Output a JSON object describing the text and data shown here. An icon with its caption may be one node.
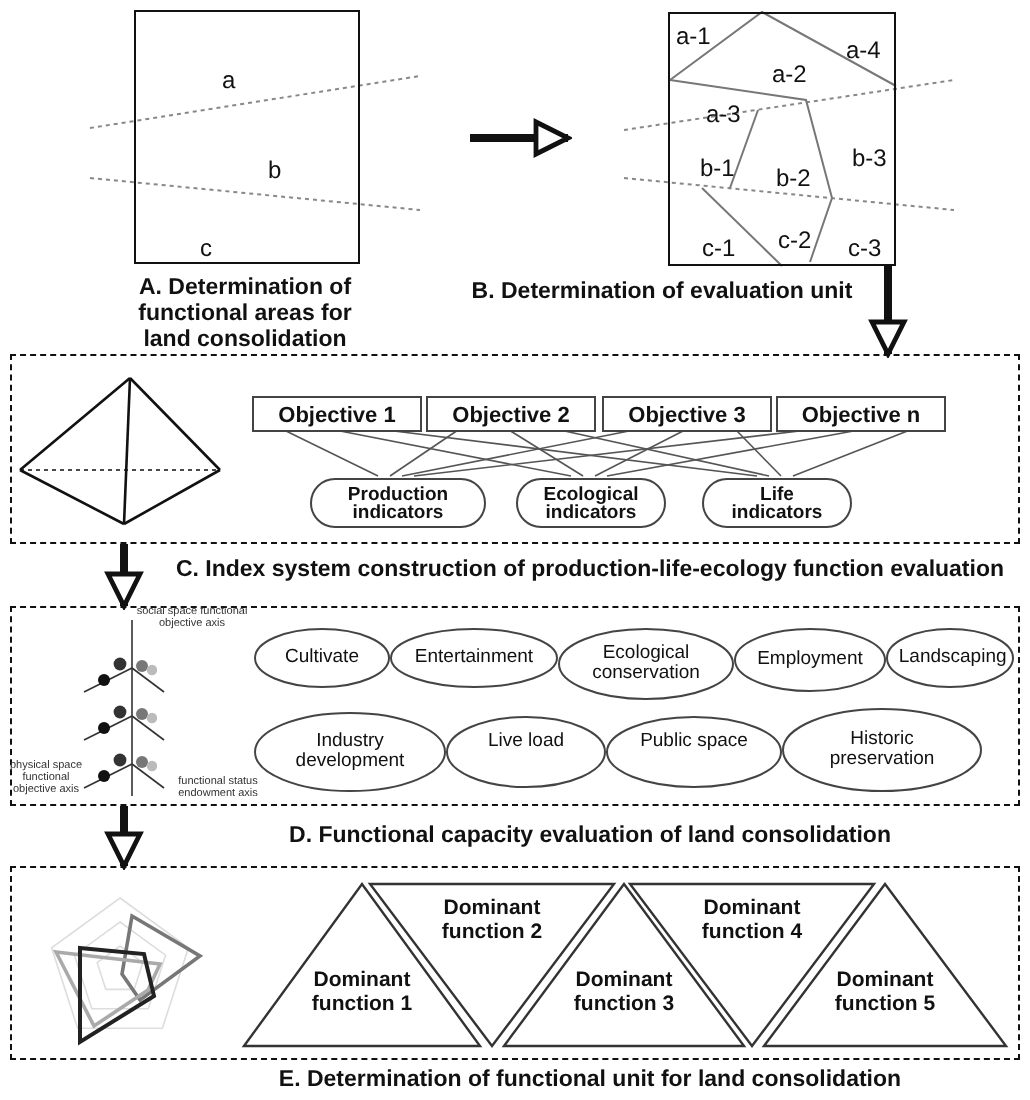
{
  "diagram": {
    "nodes": [
      {
        "text": [
          "a",
          "b",
          "c"
        ],
        "beside": [
          "A. Determination of functional areas for land consolidation"
        ]
      },
      {
        "text": [
          "a-1",
          "a-2",
          "a-4",
          "a-3",
          "b-1",
          "b-2",
          "b-3",
          "c-1",
          "c-2",
          "c-3"
        ],
        "beside": [
          "B. Determination of evaluation unit"
        ]
      },
      {
        "text": [],
        "shape": "box",
        "beside": [
          "C. Index system construction of production-life-ecology function evaluation"
        ]
      },
      {
        "text": [
          "Objective 1"
        ],
        "in": 2
      },
      {
        "text": [
          "Objective 2"
        ],
        "in": 2
      },
      {
        "text": [
          "Objective 3"
        ],
        "in": 2
      },
      {
        "text": [
          "Objective n"
        ],
        "in": 2
      },
      {
        "text": [
          "Production indicators"
        ],
        "in": 2
      },
      {
        "text": [
          "Ecological indicators"
        ],
        "in": 2
      },
      {
        "text": [
          "Life indicators"
        ],
        "in": 2
      },
      {
        "text": [],
        "shape": "box",
        "beside": [
          "D. Functional capacity evaluation of land consolidation"
        ]
      },
      {
        "text": [
          "Cultivate"
        ],
        "in": 10
      },
      {
        "text": [
          "Entertainment"
        ],
        "in": 10
      },
      {
        "text": [
          "Ecological conservation"
        ],
        "in": 10
      },
      {
        "text": [
          "Employment"
        ],
        "in": 10
      },
      {
        "text": [
          "Landscaping"
        ],
        "in": 10
      },
      {
        "text": [
          "Industry development"
        ],
        "in": 10
      },
      {
        "text": [
          "Live load"
        ],
        "in": 10
      },
      {
        "text": [
          "Public space"
        ],
        "in": 10
      },
      {
        "text": [
          "Historic preservation"
        ],
        "in": 10
      },
      {
        "text": [],
        "shape": "box",
        "beside": [
          "E. Determination of functional unit for land consolidation"
        ]
      },
      {
        "text": [
          "Dominant function 1"
        ],
        "in": 20
      },
      {
        "text": [
          "Dominant function 2"
        ],
        "in": 20
      },
      {
        "text": [
          "Dominant function 3"
        ],
        "in": 20
      },
      {
        "text": [
          "Dominant function 4"
        ],
        "in": 20
      },
      {
        "text": [
          "Dominant function 5"
        ],
        "in": 20
      }
    ],
    "edges": [
      {
        "from": 0,
        "to": 1,
        "arrow": "to",
        "style": "thick"
      },
      {
        "from": 1,
        "to": 2,
        "arrow": "to",
        "style": "thick"
      },
      {
        "from": 2,
        "to": 10,
        "arrow": "to",
        "style": "thick"
      },
      {
        "from": 10,
        "to": 20,
        "arrow": "to",
        "style": "thick"
      },
      {
        "from": 3,
        "to": 7,
        "arrow": "none"
      },
      {
        "from": 3,
        "to": 8,
        "arrow": "none"
      },
      {
        "from": 3,
        "to": 9,
        "arrow": "none"
      },
      {
        "from": 4,
        "to": 7,
        "arrow": "none"
      },
      {
        "from": 4,
        "to": 8,
        "arrow": "none"
      },
      {
        "from": 4,
        "to": 9,
        "arrow": "none"
      },
      {
        "from": 5,
        "to": 7,
        "arrow": "none"
      },
      {
        "from": 5,
        "to": 8,
        "arrow": "none"
      },
      {
        "from": 5,
        "to": 9,
        "arrow": "none"
      },
      {
        "from": 6,
        "to": 7,
        "arrow": "none"
      },
      {
        "from": 6,
        "to": 8,
        "arrow": "none"
      },
      {
        "from": 6,
        "to": 9,
        "arrow": "none"
      }
    ],
    "labels": [
      "social space functional objective axis",
      "physical space functional objective axis",
      "functional status endowment axis"
    ]
  }
}
